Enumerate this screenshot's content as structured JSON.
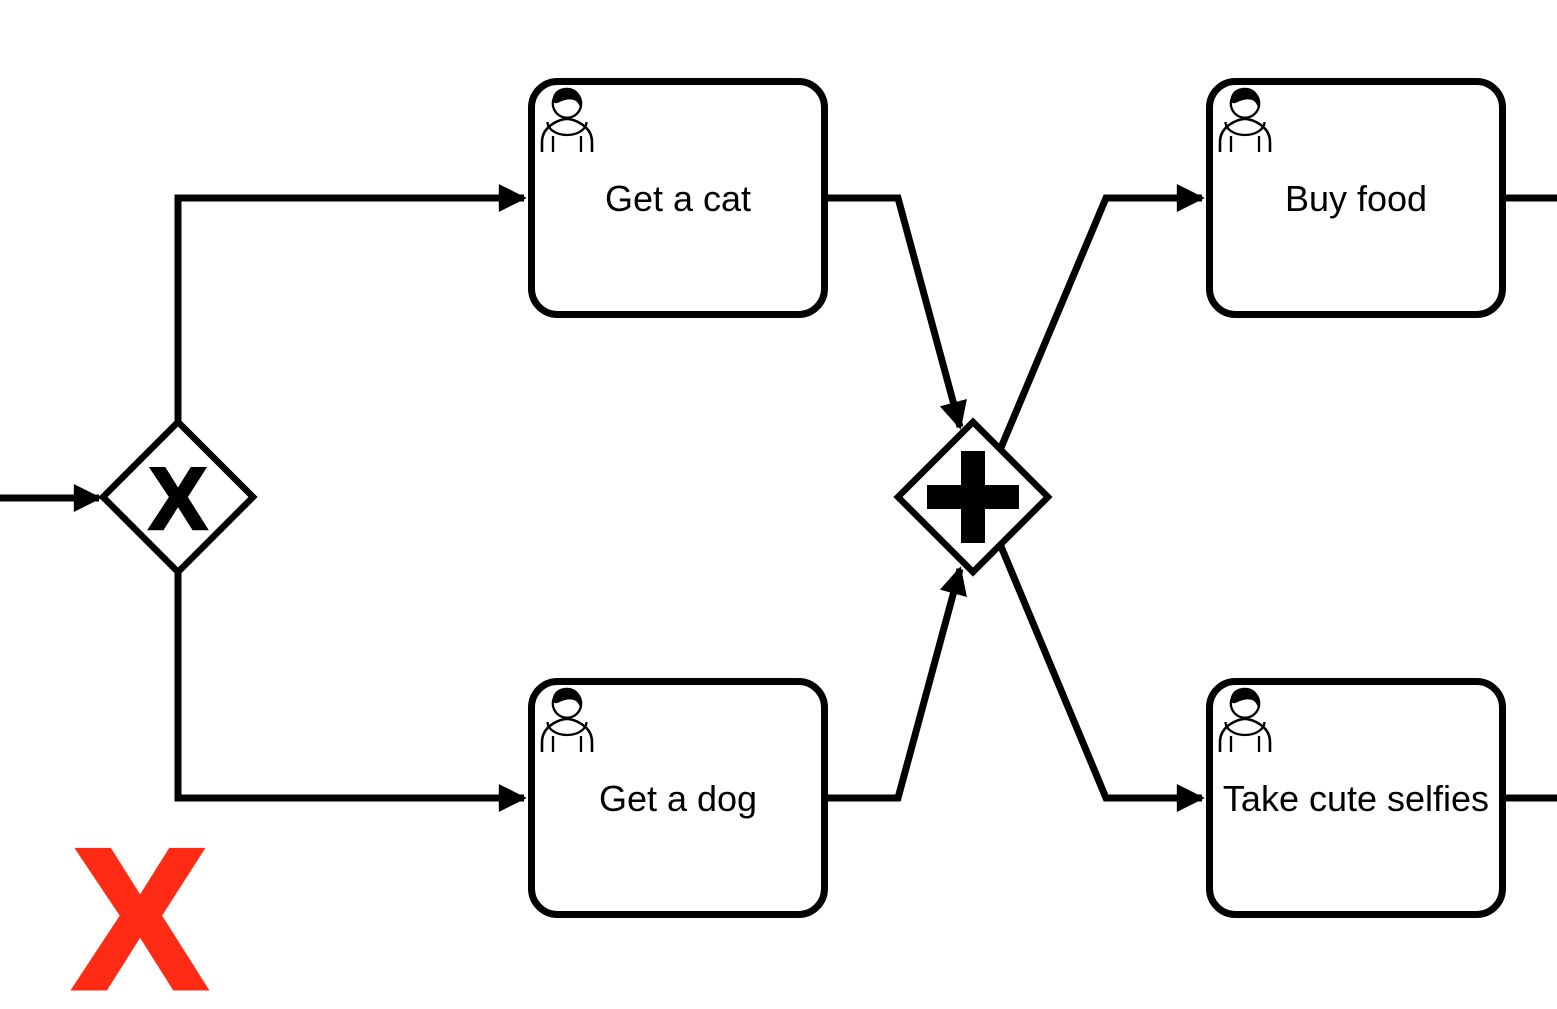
{
  "diagram": {
    "type": "bpmn-process",
    "background_color": "#ffffff",
    "stroke_color": "#000000",
    "tasks": [
      {
        "label": "Get a cat",
        "kind": "user-task"
      },
      {
        "label": "Get a dog",
        "kind": "user-task"
      },
      {
        "label": "Buy food",
        "kind": "user-task"
      },
      {
        "label": "Take cute selfies",
        "kind": "user-task"
      }
    ],
    "gateways": [
      {
        "kind": "exclusive-gateway",
        "symbol": "X"
      },
      {
        "kind": "parallel-gateway",
        "symbol": "+"
      }
    ],
    "flows": [
      {
        "from": "off-canvas-left",
        "to": "exclusive-gateway"
      },
      {
        "from": "exclusive-gateway",
        "to": "Get a cat"
      },
      {
        "from": "exclusive-gateway",
        "to": "Get a dog"
      },
      {
        "from": "Get a cat",
        "to": "parallel-gateway"
      },
      {
        "from": "Get a dog",
        "to": "parallel-gateway"
      },
      {
        "from": "parallel-gateway",
        "to": "Buy food"
      },
      {
        "from": "parallel-gateway",
        "to": "Take cute selfies"
      },
      {
        "from": "Buy food",
        "to": "off-canvas-right"
      },
      {
        "from": "Take cute selfies",
        "to": "off-canvas-right"
      }
    ],
    "annotation": {
      "symbol": "X",
      "color": "#FF2B14"
    }
  }
}
